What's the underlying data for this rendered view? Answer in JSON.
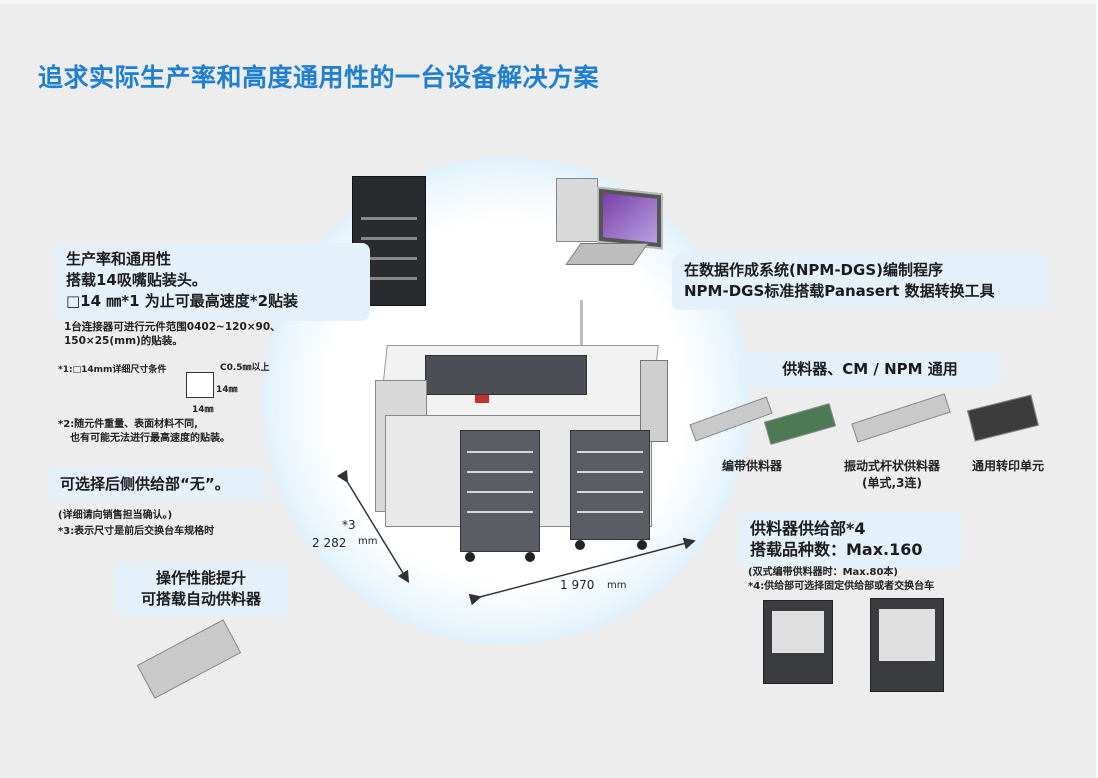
{
  "title": "追求实际生产率和高度通用性的一台设备解决方案",
  "productivity_box": {
    "line1": "生产率和通用性",
    "line2": "搭载14吸嘴贴装头。",
    "line3": "□14 ㎜*1 为止可最高速度*2贴装"
  },
  "component_range": {
    "line1": "1台连接器可进行元件范围0402~120×90、",
    "line2": "150×25(mm)的贴装。"
  },
  "note1": {
    "text": "*1:□14mm详细尺寸条件",
    "c05": "C0.5㎜以上",
    "w14_right": "14㎜",
    "w14_bottom": "14㎜"
  },
  "note2": {
    "line1": "*2:随元件重量、表面材料不同,",
    "line2": "也有可能无法进行最高速度的贴装。"
  },
  "rear_supply_box": {
    "text": "可选择后侧供给部“无”。"
  },
  "rear_supply_notes": {
    "line1": "(详细请向销售担当确认。)",
    "line2": "*3:表示尺寸是前后交换台车规格时"
  },
  "operability_box": {
    "line1": "操作性能提升",
    "line2": "可搭载自动供料器"
  },
  "data_box": {
    "line1": "在数据作成系统(NPM-DGS)编制程序",
    "line2": "NPM-DGS标准搭载Panasert 数据转换工具"
  },
  "feeder_box": {
    "text": "供料器、CM / NPM 通用"
  },
  "feeder_labels": {
    "tape": "编带供料器",
    "stick_line1": "振动式杆状供料器",
    "stick_line2": "(单式,3连)",
    "transfer": "通用转印单元"
  },
  "supply_box": {
    "line1": "供料器供给部*4",
    "line2": "搭载品种数：Max.160"
  },
  "supply_notes": {
    "line1": "(双式编带供料器时：Max.80本)",
    "line2": "*4:供给部可选择固定供给部或者交换台车"
  },
  "dimensions": {
    "depth_mark": "*3",
    "depth_value": "2 282",
    "depth_unit": "mm",
    "width_value": "1 970",
    "width_unit": "mm"
  },
  "colors": {
    "title": "#1f7fd1",
    "box_bg": "#e4f1fb",
    "background": "#ededee"
  }
}
